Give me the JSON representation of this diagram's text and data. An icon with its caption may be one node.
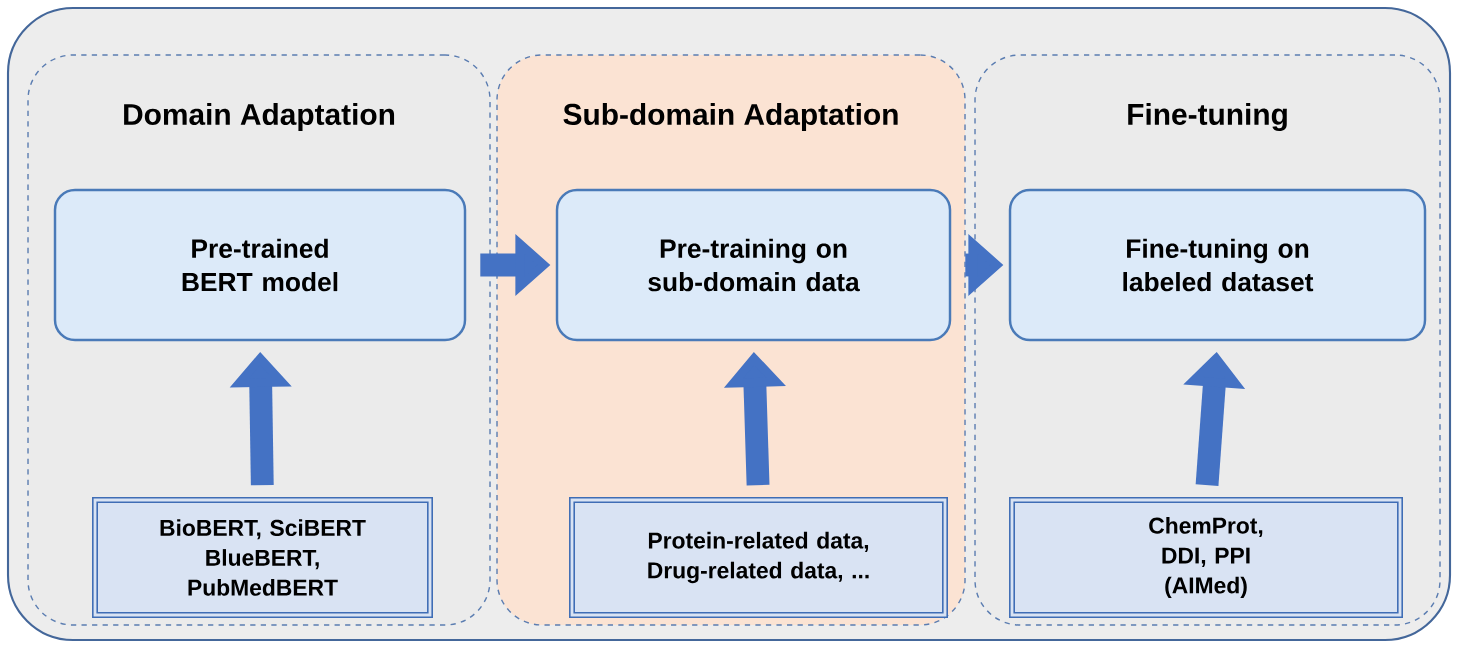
{
  "diagram": {
    "nodes": [
      {
        "text": [],
        "shape": "box"
      },
      {
        "text": [
          "Domain Adaptation"
        ],
        "in": 0
      },
      {
        "text": [
          "Pre-trained BERT model"
        ],
        "in": 1
      },
      {
        "text": [
          "BioBERT, SciBERT BlueBERT, PubMedBERT"
        ],
        "in": 1
      },
      {
        "text": [
          "Sub-domain Adaptation"
        ],
        "in": 0
      },
      {
        "text": [
          "Pre-training on sub-domain data"
        ],
        "in": 4
      },
      {
        "text": [
          "Protein-related data, Drug-related data, ..."
        ],
        "in": 4
      },
      {
        "text": [
          "Fine-tuning"
        ],
        "in": 0
      },
      {
        "text": [
          "Fine-tuning on labeled dataset"
        ],
        "in": 7
      },
      {
        "text": [
          "ChemProt, DDI, PPI (AIMed)"
        ],
        "in": 7
      }
    ],
    "edges": [
      {
        "from": 3,
        "to": 2,
        "arrow": "to"
      },
      {
        "from": 6,
        "to": 5,
        "arrow": "to"
      },
      {
        "from": 9,
        "to": 8,
        "arrow": "to"
      },
      {
        "from": 2,
        "to": 5,
        "arrow": "to"
      },
      {
        "from": 5,
        "to": 8,
        "arrow": "to"
      }
    ]
  }
}
